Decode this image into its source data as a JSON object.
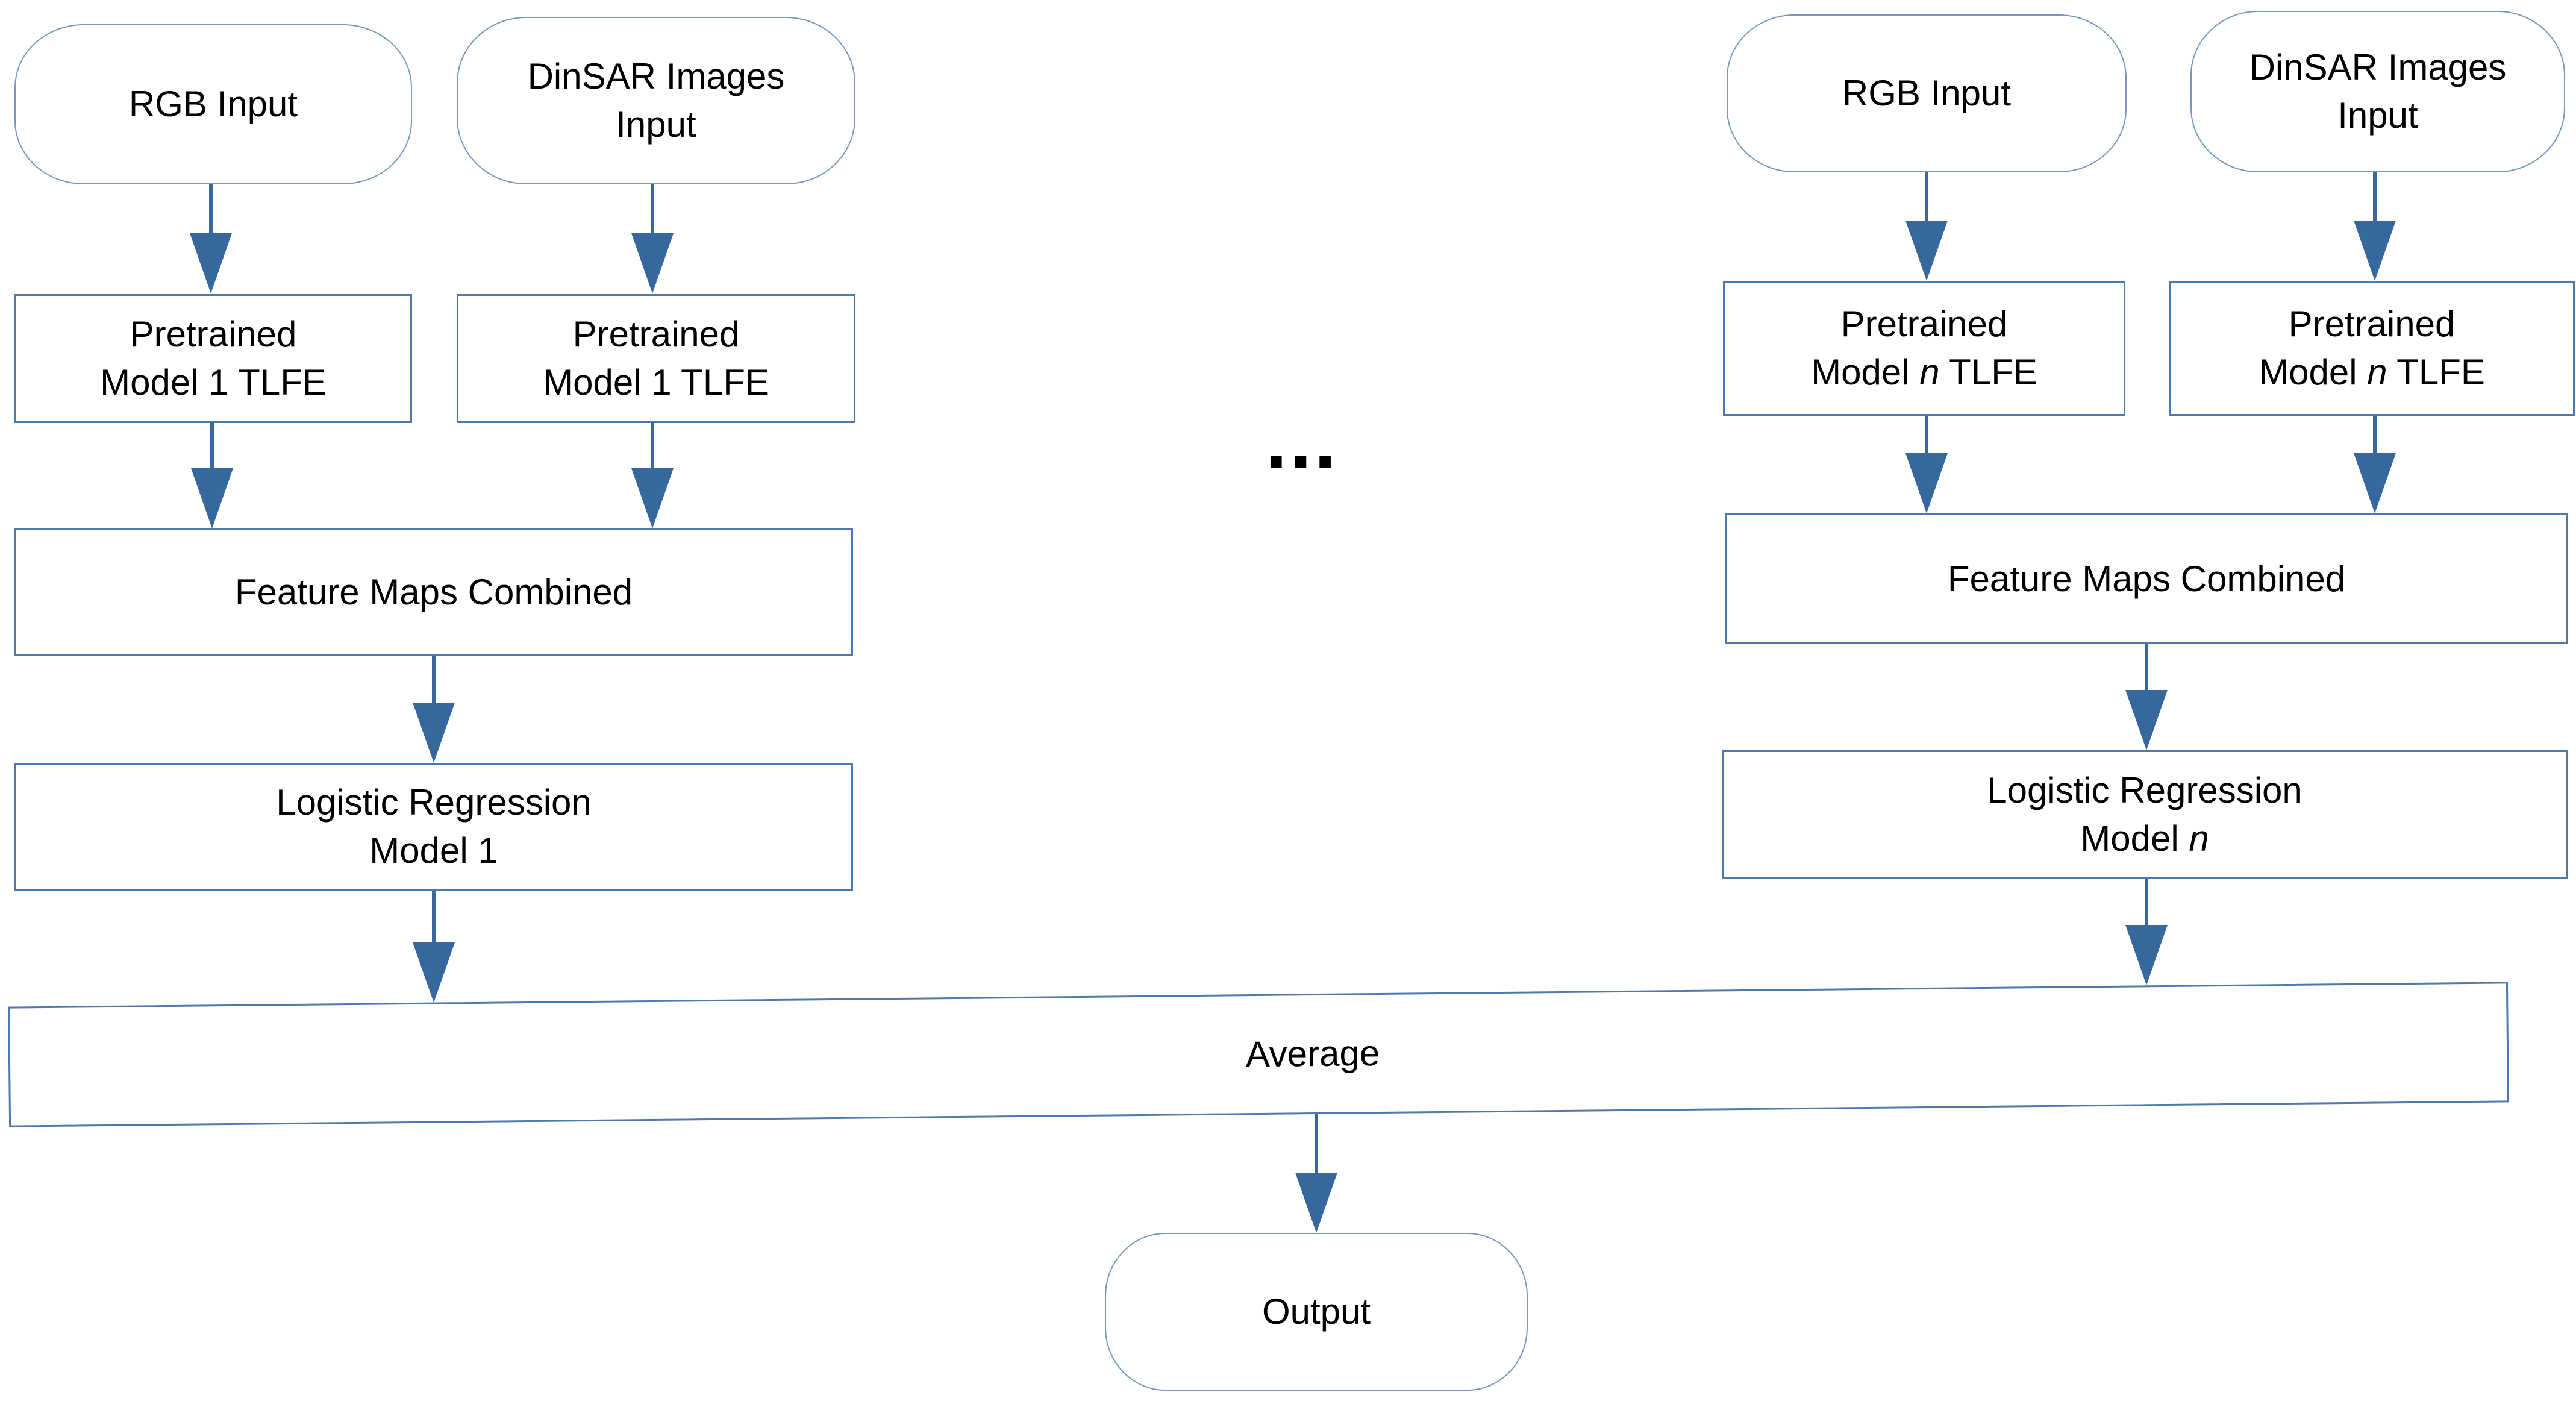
{
  "nodes": {
    "model1": {
      "rgb_input": "RGB Input",
      "dinsar_line1": "DinSAR Images",
      "dinsar_line2": "Input",
      "pretrained_line1": "Pretrained",
      "model_prefix": "Model ",
      "model_id": "1",
      "tlfe_suffix": " TLFE",
      "feature_maps": "Feature Maps Combined",
      "logistic_line1": "Logistic Regression"
    },
    "modeln": {
      "rgb_input": "RGB Input",
      "dinsar_line1": "DinSAR Images",
      "dinsar_line2": "Input",
      "pretrained_line1": "Pretrained",
      "model_prefix": "Model ",
      "model_id": "n",
      "tlfe_suffix": " TLFE",
      "feature_maps": "Feature Maps Combined",
      "logistic_line1": "Logistic Regression"
    },
    "average": "Average",
    "output": "Output"
  },
  "ellipsis": "...",
  "colors": {
    "arrow": "#36689E",
    "rect_border": "#4D79AC",
    "rounded_border": "#7498C0",
    "text": "#000000",
    "background": "#FFFFFF"
  }
}
